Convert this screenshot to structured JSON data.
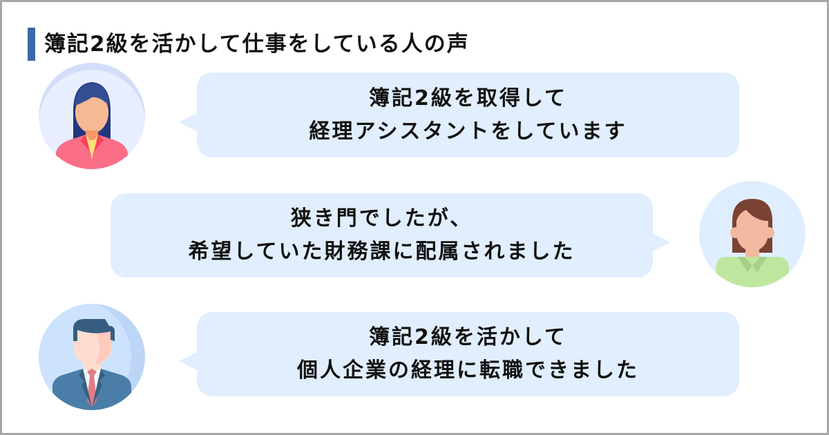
{
  "title": "簿記2級を活かして仕事をしている人の声",
  "testimonials": [
    {
      "lines": [
        "簿記2級を取得して",
        "経理アシスタントをしています"
      ],
      "avatar": "woman-suit-avatar-icon"
    },
    {
      "lines": [
        "狭き門でしたが、",
        "希望していた財務課に配属されました"
      ],
      "avatar": "woman-green-shirt-avatar-icon"
    },
    {
      "lines": [
        "簿記2級を活かして",
        "個人企業の経理に転職できました"
      ],
      "avatar": "man-suit-avatar-icon"
    }
  ],
  "colors": {
    "accent": "#3a6aa8",
    "bubble": "#e1eefd",
    "border": "#a6a6a6"
  }
}
